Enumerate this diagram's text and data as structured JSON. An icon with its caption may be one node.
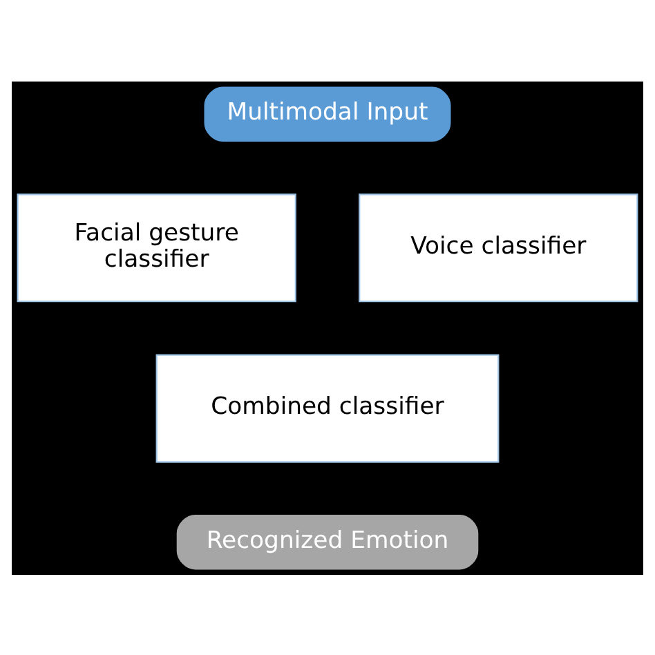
{
  "diagram": {
    "nodes": [
      {
        "text": [
          "Multimodal Input"
        ]
      },
      {
        "text": [
          "Facial gesture classifier"
        ]
      },
      {
        "text": [
          "Voice classifier"
        ]
      },
      {
        "text": [
          "Combined classifier"
        ]
      },
      {
        "text": [
          "Recognized Emotion"
        ]
      }
    ]
  }
}
